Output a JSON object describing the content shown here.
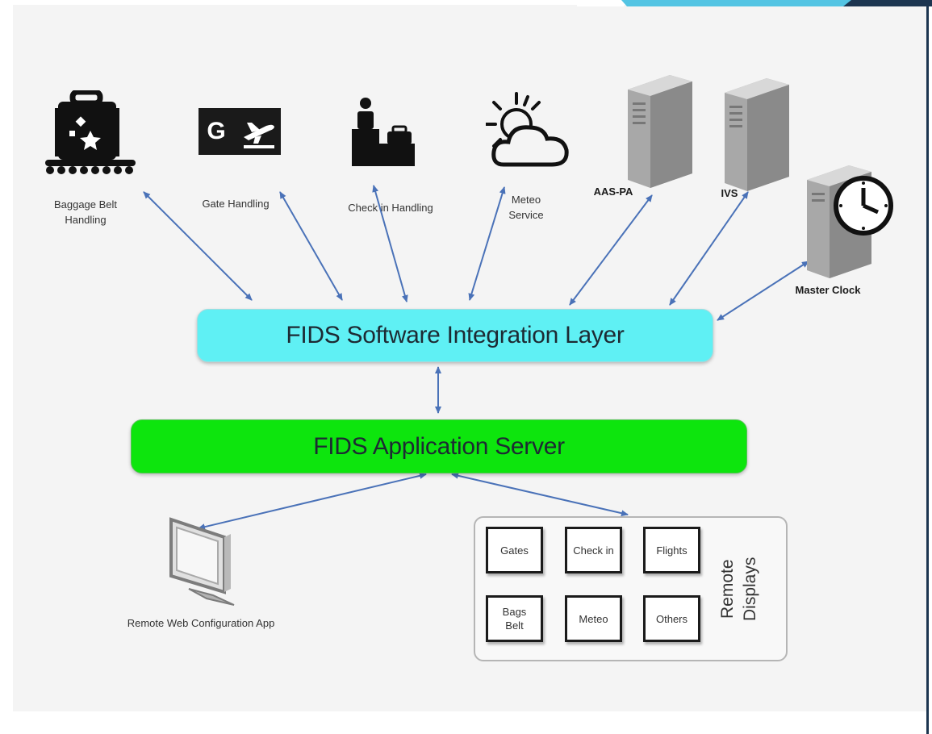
{
  "colors": {
    "integration_layer": "#5ff0f4",
    "application_server": "#0de50d",
    "arrow": "#4a72b8",
    "background": "#f4f4f4",
    "frame_accent": "#1c3550"
  },
  "top_nodes": [
    {
      "id": "baggage",
      "icon": "luggage-conveyor-icon",
      "label_lines": [
        "Baggage Belt",
        "Handling"
      ]
    },
    {
      "id": "gate",
      "icon": "gate-sign-icon",
      "icon_text": "G",
      "label_lines": [
        "Gate Handling"
      ]
    },
    {
      "id": "checkin",
      "icon": "check-in-desk-icon",
      "label_lines": [
        "Check in Handling"
      ]
    },
    {
      "id": "meteo",
      "icon": "sun-cloud-icon",
      "label_lines": [
        "Meteo",
        "Service"
      ]
    },
    {
      "id": "aas",
      "icon": "server-tower-icon",
      "label_lines": [
        "AAS-PA"
      ]
    },
    {
      "id": "ivs",
      "icon": "server-tower-icon",
      "label_lines": [
        "IVS"
      ]
    },
    {
      "id": "clock",
      "icon": "server-clock-icon",
      "label_lines": [
        "Master Clock"
      ]
    }
  ],
  "layers": {
    "integration": "FIDS Software Integration Layer",
    "application_server": "FIDS Application Server"
  },
  "bottom_nodes": {
    "config_app": {
      "icon": "monitor-icon",
      "label": "Remote Web Configuration App"
    },
    "remote_displays": {
      "title_lines": [
        "Remote",
        "Displays"
      ],
      "screens": [
        {
          "lines": [
            "Gates"
          ]
        },
        {
          "lines": [
            "Check in"
          ]
        },
        {
          "lines": [
            "Flights"
          ]
        },
        {
          "lines": [
            "Bags",
            "Belt"
          ]
        },
        {
          "lines": [
            "Meteo"
          ]
        },
        {
          "lines": [
            "Others"
          ]
        }
      ]
    }
  }
}
